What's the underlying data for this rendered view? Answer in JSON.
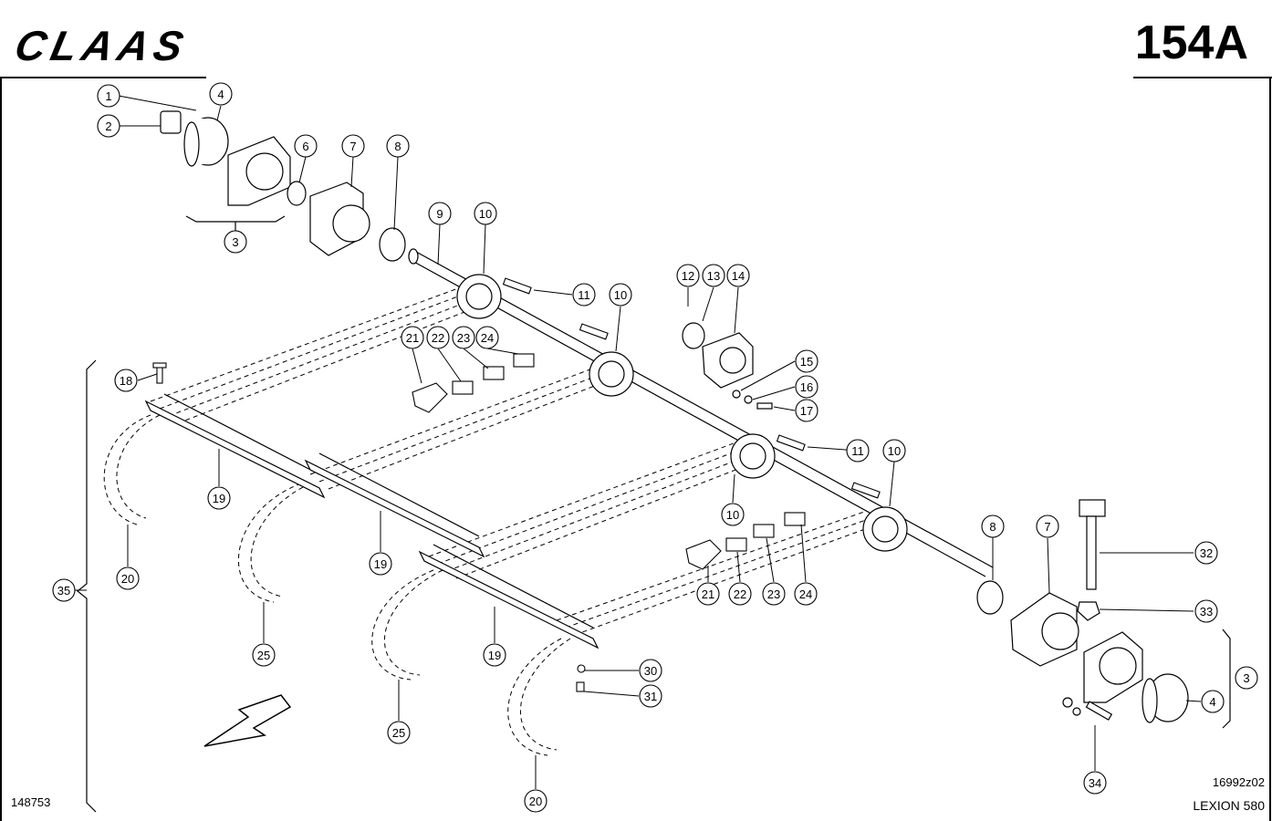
{
  "header": {
    "brand": "CLAAS",
    "page_number": "154A"
  },
  "footer": {
    "left_code": "148753",
    "drawing_code": "16992z02",
    "model": "LEXION 580"
  },
  "callouts": [
    "1",
    "2",
    "4",
    "6",
    "7",
    "8",
    "9",
    "10",
    "3",
    "11",
    "10",
    "12",
    "13",
    "14",
    "21",
    "22",
    "23",
    "24",
    "15",
    "16",
    "17",
    "18",
    "11",
    "10",
    "19",
    "10",
    "8",
    "7",
    "32",
    "19",
    "21",
    "22",
    "23",
    "24",
    "20",
    "35",
    "33",
    "25",
    "19",
    "3",
    "30",
    "31",
    "4",
    "25",
    "34",
    "20"
  ],
  "colors": {
    "line": "#000000",
    "background": "#ffffff"
  }
}
